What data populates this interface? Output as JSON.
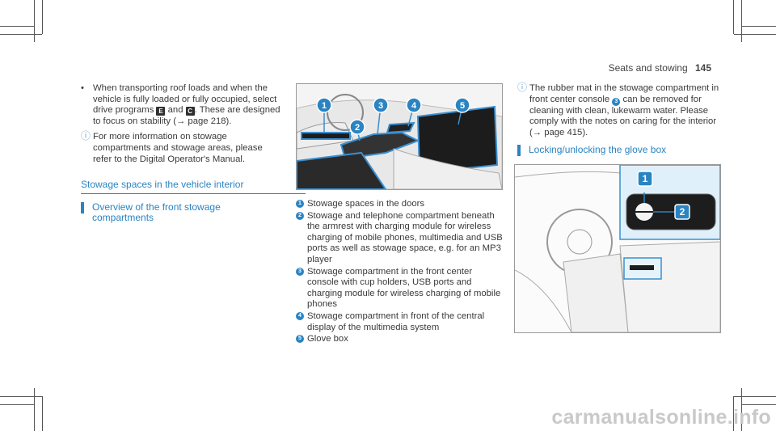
{
  "header": {
    "section": "Seats and stowing",
    "page_number": "145"
  },
  "left": {
    "bullet_text_1": "When transporting roof loads and when the vehicle is fully loaded or fully occupied, select drive programs",
    "key_e": "E",
    "and": "and",
    "key_c": "C",
    "bullet_text_2": ". These are designed to focus on stability (",
    "arrow": "→",
    "page_ref": "page 218).",
    "note": "For more information on stowage compartments and stowage areas, please refer to the Digital Operator's Manual.",
    "section_title": "Stowage spaces in the vehicle interior",
    "subsection_title": "Overview of the front stowage compartments"
  },
  "figure1": {
    "callouts": [
      "1",
      "2",
      "3",
      "4",
      "5"
    ]
  },
  "legend": [
    {
      "num": "1",
      "text": "Stowage spaces in the doors"
    },
    {
      "num": "2",
      "text": "Stowage and telephone compartment beneath the armrest with charging module for wireless charging of mobile phones, multimedia and USB ports as well as stowage space, e.g. for an MP3 player"
    },
    {
      "num": "3",
      "text": "Stowage compartment in the front center console with cup holders, USB ports and charging module for wireless charging of mobile phones"
    },
    {
      "num": "4",
      "text": "Stowage compartment in front of the central display of the multimedia system"
    },
    {
      "num": "5",
      "text": "Glove box"
    }
  ],
  "right": {
    "note_pre": "The rubber mat in the stowage compartment in front center console",
    "note_num": "3",
    "note_post": "can be removed for cleaning with clean, lukewarm water. Please comply with the notes on caring for the interior (",
    "arrow": "→",
    "page_ref": "page 415).",
    "subsection_title": "Locking/unlocking the glove box"
  },
  "figure2": {
    "callouts": [
      "1",
      "2"
    ]
  },
  "watermark": "carmanualsonline.info",
  "colors": {
    "accent": "#2a84c2",
    "text": "#3a3a3a"
  }
}
